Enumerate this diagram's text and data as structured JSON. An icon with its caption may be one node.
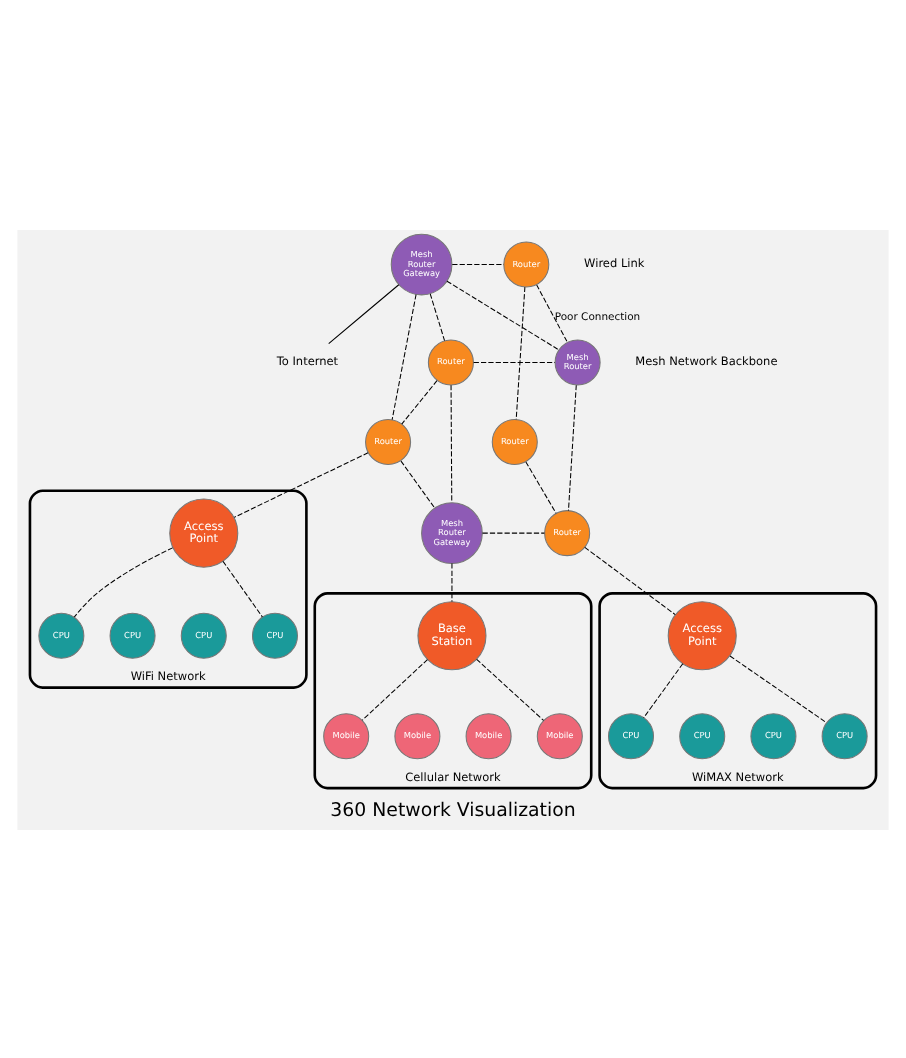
{
  "diagram": {
    "title": "360 Network Visualization",
    "nodes": [
      {
        "text": [
          "Mesh Router Gateway"
        ]
      },
      {
        "text": [
          "Router"
        ]
      },
      {
        "text": [
          "Router"
        ]
      },
      {
        "text": [
          "Mesh Router"
        ]
      },
      {
        "text": [
          "Router"
        ]
      },
      {
        "text": [
          "Router"
        ]
      },
      {
        "text": [
          "Mesh Router Gateway"
        ]
      },
      {
        "text": [
          "Router"
        ]
      },
      {
        "text": [
          "WiFi Network"
        ]
      },
      {
        "text": [
          "Access Point"
        ],
        "in": 8
      },
      {
        "text": [
          "CPU"
        ],
        "in": 8
      },
      {
        "text": [
          "CPU"
        ],
        "in": 8
      },
      {
        "text": [
          "CPU"
        ],
        "in": 8
      },
      {
        "text": [
          "CPU"
        ],
        "in": 8
      },
      {
        "text": [
          "Cellular Network"
        ]
      },
      {
        "text": [
          "Base Station"
        ],
        "in": 14
      },
      {
        "text": [
          "Mobile"
        ],
        "in": 14
      },
      {
        "text": [
          "Mobile"
        ],
        "in": 14
      },
      {
        "text": [
          "Mobile"
        ],
        "in": 14
      },
      {
        "text": [
          "Mobile"
        ],
        "in": 14
      },
      {
        "text": [
          "WiMAX Network"
        ]
      },
      {
        "text": [
          "Access Point"
        ],
        "in": 20
      },
      {
        "text": [
          "CPU"
        ],
        "in": 20
      },
      {
        "text": [
          "CPU"
        ],
        "in": 20
      },
      {
        "text": [
          "CPU"
        ],
        "in": 20
      },
      {
        "text": [
          "CPU"
        ],
        "in": 20
      },
      {
        "text": [
          "To Internet"
        ]
      }
    ],
    "edges": [
      {
        "from": 0,
        "to": 26,
        "arrow": "none"
      },
      {
        "from": 0,
        "to": 1,
        "arrow": "none",
        "style": "dashed"
      },
      {
        "from": 0,
        "to": 2,
        "arrow": "none",
        "style": "dashed"
      },
      {
        "from": 0,
        "to": 3,
        "arrow": "none",
        "style": "dashed"
      },
      {
        "from": 0,
        "to": 4,
        "arrow": "none",
        "style": "dashed"
      },
      {
        "from": 1,
        "to": 3,
        "arrow": "none",
        "style": "dashed",
        "label": "Poor Connection"
      },
      {
        "from": 1,
        "to": 5,
        "arrow": "none",
        "style": "dashed"
      },
      {
        "from": 2,
        "to": 3,
        "arrow": "none",
        "style": "dashed"
      },
      {
        "from": 2,
        "to": 4,
        "arrow": "none",
        "style": "dashed"
      },
      {
        "from": 2,
        "to": 6,
        "arrow": "none",
        "style": "dashed"
      },
      {
        "from": 3,
        "to": 7,
        "arrow": "none",
        "style": "dashed"
      },
      {
        "from": 4,
        "to": 6,
        "arrow": "none",
        "style": "dashed"
      },
      {
        "from": 6,
        "to": 7,
        "arrow": "none",
        "style": "dashed"
      },
      {
        "from": 5,
        "to": 7,
        "arrow": "none",
        "style": "dashed"
      },
      {
        "from": 4,
        "to": 9,
        "arrow": "none",
        "style": "dashed"
      },
      {
        "from": 6,
        "to": 15,
        "arrow": "none",
        "style": "dashed"
      },
      {
        "from": 7,
        "to": 21,
        "arrow": "none",
        "style": "dashed"
      },
      {
        "from": 9,
        "to": 10,
        "arrow": "none",
        "style": "dashed"
      },
      {
        "from": 9,
        "to": 13,
        "arrow": "none",
        "style": "dashed"
      },
      {
        "from": 15,
        "to": 16,
        "arrow": "none",
        "style": "dashed"
      },
      {
        "from": 15,
        "to": 19,
        "arrow": "none",
        "style": "dashed"
      },
      {
        "from": 21,
        "to": 22,
        "arrow": "none",
        "style": "dashed"
      },
      {
        "from": 21,
        "to": 25,
        "arrow": "none",
        "style": "dashed"
      }
    ],
    "labels": [
      "Wired Link",
      "Mesh Network Backbone"
    ]
  }
}
